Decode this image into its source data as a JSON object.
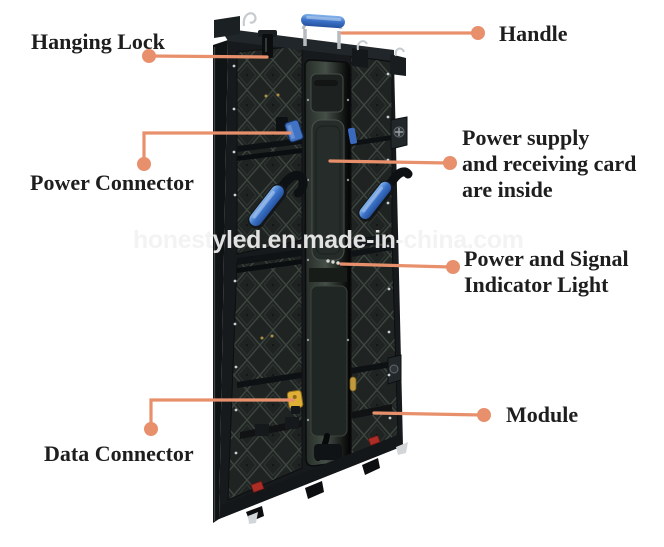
{
  "figure_labels": {
    "hanging_lock": {
      "label": "Hanging Lock"
    },
    "handle": {
      "label": "Handle"
    },
    "power_connector": {
      "label": "Power Connector"
    },
    "power_supply": {
      "line1": "Power supply",
      "line2": "and receiving card",
      "line3": "are inside"
    },
    "power_signal": {
      "line1": "Power and Signal",
      "line2": "Indicator Light"
    },
    "module": {
      "label": "Module"
    },
    "data_connector": {
      "label": "Data Connector"
    }
  },
  "watermark": {
    "text": "honestyled.en.made-in-china.com"
  },
  "colors": {
    "leader_line": "#E8906C",
    "label_text": "#1E1E1E",
    "handle_blue": "#4579CB",
    "data_connector_yellow": "#E0AF36",
    "indicator_red": "#AB2D26",
    "background": "#FFFFFF"
  }
}
